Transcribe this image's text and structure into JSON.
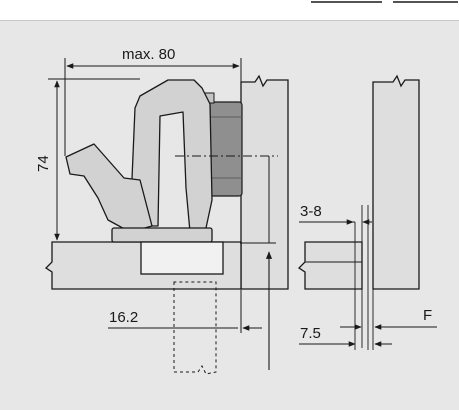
{
  "colors": {
    "background": "#e7e7e7",
    "panel_fill": "#dedede",
    "part_fill": "#d2d2d2",
    "dark_fill": "#8f8f8f",
    "line": "#1a1a1a"
  },
  "labels": {
    "width_max": "max. 80",
    "height": "74",
    "gap_range": "3-8",
    "offset": "16.2",
    "distance": "7.5",
    "overlay": "F"
  }
}
